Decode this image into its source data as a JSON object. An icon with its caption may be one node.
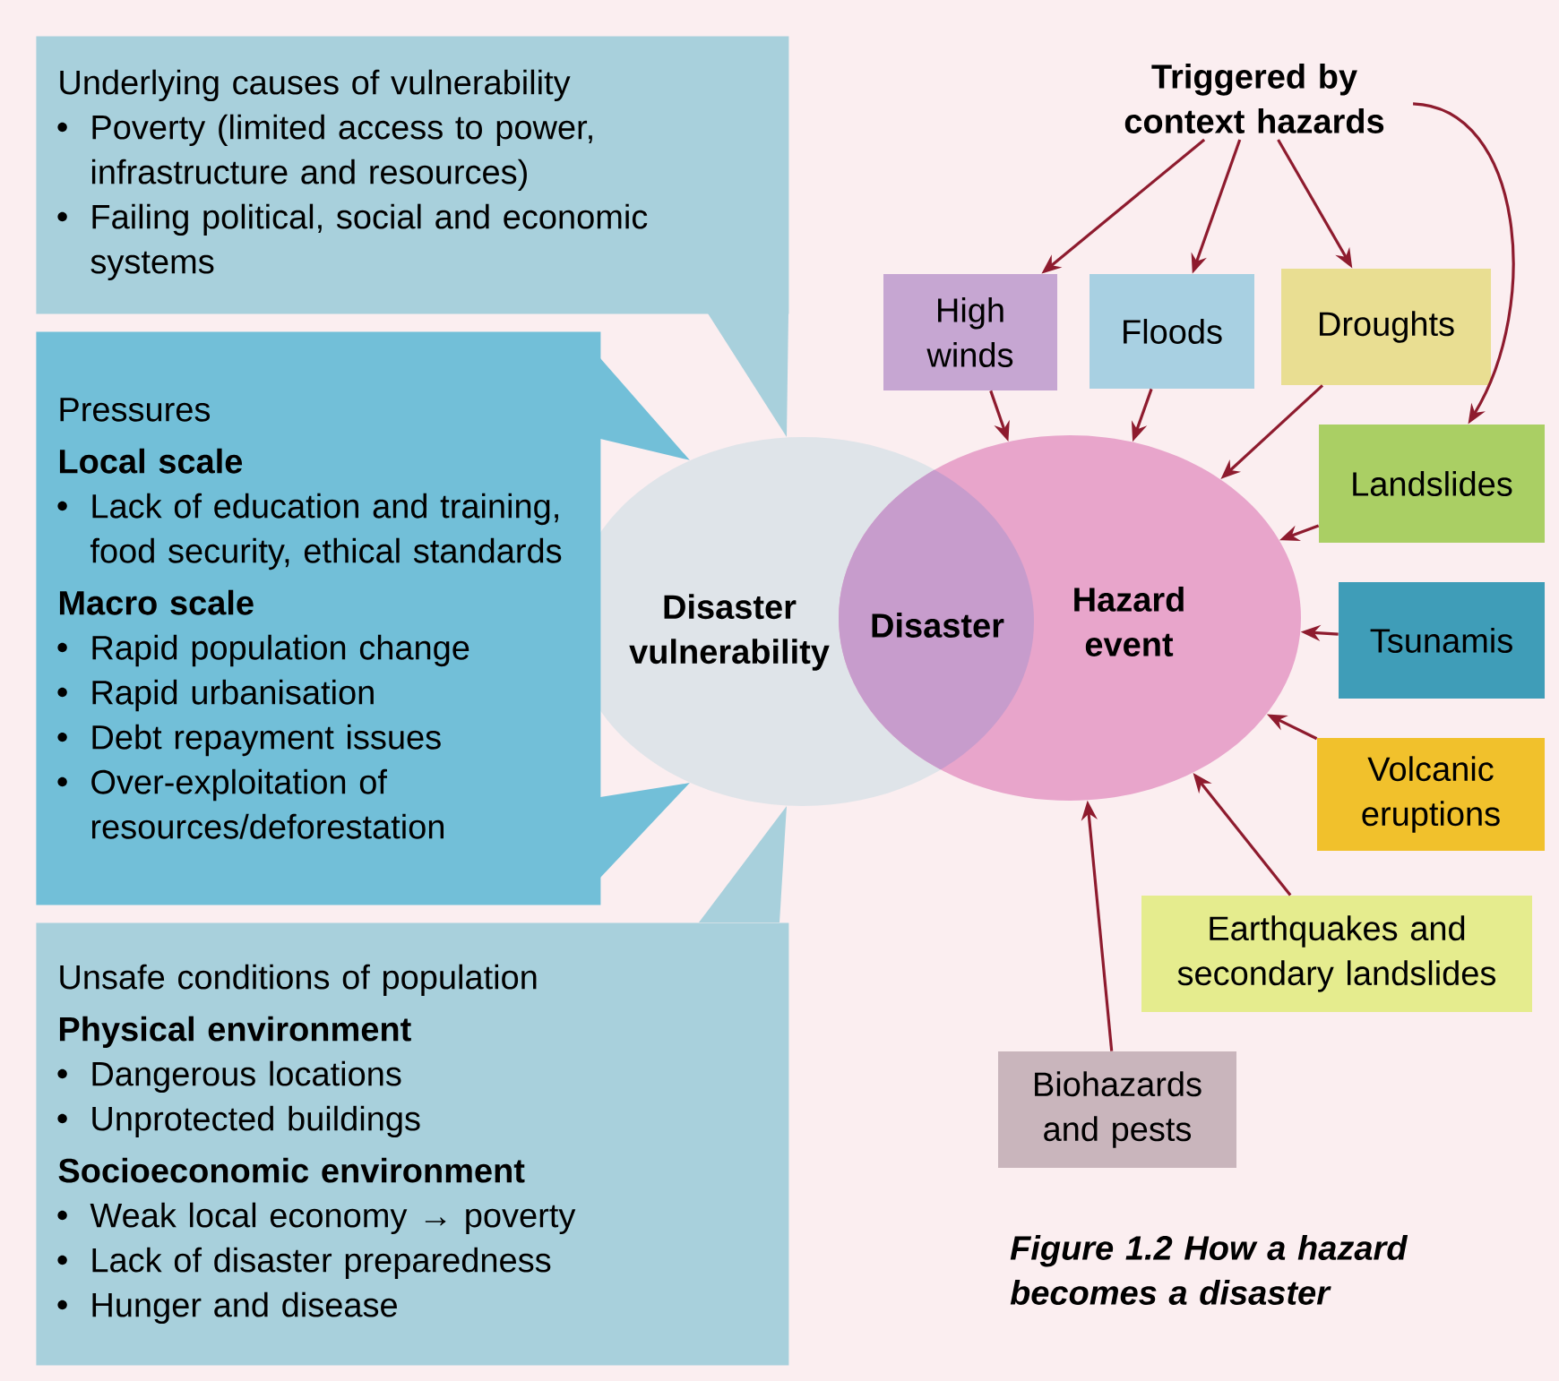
{
  "diagram": {
    "caption": "Figure 1.2 How a hazard becomes a disaster",
    "nodes": [
      {
        "text": [
          "Underlying causes of vulnerability",
          "Poverty (limited access to power, infrastructure and resources)",
          "Failing political, social and economic systems"
        ]
      },
      {
        "text": [
          "Pressures",
          "Local scale",
          "Lack of education and training, food security, ethical standards",
          "Macro scale",
          "Rapid population change",
          "Rapid urbanisation",
          "Debt repayment issues",
          "Over-exploitation of resources/deforestation"
        ]
      },
      {
        "text": [
          "Unsafe conditions of population",
          "Physical environment",
          "Dangerous locations",
          "Unprotected buildings",
          "Socioeconomic environment",
          "Weak local economy → poverty",
          "Lack of disaster preparedness",
          "Hunger and disease"
        ]
      },
      {
        "text": [
          "Disaster vulnerability"
        ]
      },
      {
        "text": [
          "Disaster"
        ]
      },
      {
        "text": [
          "Hazard event"
        ]
      },
      {
        "text": [
          "Triggered by context hazards"
        ]
      },
      {
        "text": [
          "High winds"
        ]
      },
      {
        "text": [
          "Floods"
        ]
      },
      {
        "text": [
          "Droughts"
        ]
      },
      {
        "text": [
          "Landslides"
        ]
      },
      {
        "text": [
          "Tsunamis"
        ]
      },
      {
        "text": [
          "Volcanic eruptions"
        ]
      },
      {
        "text": [
          "Earthquakes and secondary landslides"
        ]
      },
      {
        "text": [
          "Biohazards and pests"
        ]
      }
    ],
    "edges": [
      {
        "from": 6,
        "to": 7,
        "arrow": "to"
      },
      {
        "from": 6,
        "to": 8,
        "arrow": "to"
      },
      {
        "from": 6,
        "to": 9,
        "arrow": "to"
      },
      {
        "from": 6,
        "to": 10,
        "arrow": "to"
      },
      {
        "from": 7,
        "to": 5,
        "arrow": "to"
      },
      {
        "from": 8,
        "to": 5,
        "arrow": "to"
      },
      {
        "from": 9,
        "to": 5,
        "arrow": "to"
      },
      {
        "from": 10,
        "to": 5,
        "arrow": "to"
      },
      {
        "from": 11,
        "to": 5,
        "arrow": "to"
      },
      {
        "from": 12,
        "to": 5,
        "arrow": "to"
      },
      {
        "from": 13,
        "to": 5,
        "arrow": "to"
      },
      {
        "from": 14,
        "to": 5,
        "arrow": "to"
      }
    ]
  }
}
